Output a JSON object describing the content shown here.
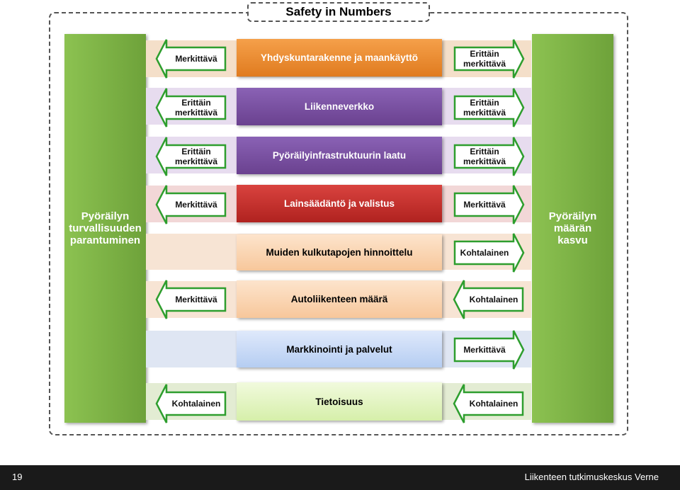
{
  "title": "Safety in Numbers",
  "left_bar": [
    "Pyöräilyn",
    "turvallisuuden",
    "parantuminen"
  ],
  "right_bar": [
    "Pyöräilyn",
    "määrän",
    "kasvu"
  ],
  "rows": [
    {
      "band": "#f4dfc9",
      "box": {
        "text": "Yhdyskuntarakenne ja maankäyttö",
        "bg": "linear-gradient(#f5a04a,#e07b1f)",
        "color": "#ffffff"
      },
      "left": {
        "text": "Merkittävä",
        "dir": "left"
      },
      "right": {
        "text": "Erittäin merkittävä",
        "dir": "right"
      }
    },
    {
      "band": "#e7dcef",
      "box": {
        "text": "Liikenneverkko",
        "bg": "linear-gradient(#8a62b5,#6a418f)",
        "color": "#ffffff"
      },
      "left": {
        "text": "Erittäin merkittävä",
        "dir": "left"
      },
      "right": {
        "text": "Erittäin merkittävä",
        "dir": "right"
      }
    },
    {
      "band": "#e7dcef",
      "box": {
        "text": "Pyöräilyinfrastruktuurin laatu",
        "bg": "linear-gradient(#8a62b5,#6a418f)",
        "color": "#ffffff"
      },
      "left": {
        "text": "Erittäin merkittävä",
        "dir": "left"
      },
      "right": {
        "text": "Erittäin merkittävä",
        "dir": "right"
      }
    },
    {
      "band": "#f2d7d7",
      "box": {
        "text": "Lainsäädäntö ja valistus",
        "bg": "linear-gradient(#d9433f,#b0221f)",
        "color": "#ffffff"
      },
      "left": {
        "text": "Merkittävä",
        "dir": "left"
      },
      "right": {
        "text": "Merkittävä",
        "dir": "right"
      }
    },
    {
      "band": "#f7e4d4",
      "box": {
        "text": "Muiden kulkutapojen hinnoittelu",
        "bg": "linear-gradient(#fde4cc,#f7c79b)",
        "color": "#000000"
      },
      "left": null,
      "right": {
        "text": "Kohtalainen",
        "dir": "right"
      }
    },
    {
      "band": "#f7e4d4",
      "box": {
        "text": "Autoliikenteen määrä",
        "bg": "linear-gradient(#fde4cc,#f7c79b)",
        "color": "#000000"
      },
      "left": {
        "text": "Merkittävä",
        "dir": "left"
      },
      "right": {
        "text": "Kohtalainen",
        "dir": "left"
      }
    },
    {
      "band": "#dfe6f3",
      "box": {
        "text": "Markkinointi ja palvelut",
        "bg": "linear-gradient(#dfe9fb,#b5cdf2)",
        "color": "#000000"
      },
      "left": null,
      "right": {
        "text": "Merkittävä",
        "dir": "right"
      }
    },
    {
      "band": "#e3ecd3",
      "box": {
        "text": "Tietoisuus",
        "bg": "linear-gradient(#f1fadd,#d6efaa)",
        "color": "#000000"
      },
      "left": {
        "text": "Kohtalainen",
        "dir": "left"
      },
      "right": {
        "text": "Kohtalainen",
        "dir": "left"
      }
    }
  ],
  "footer": {
    "page_number": "19",
    "organization": "Liikenteen tutkimuskeskus Verne"
  }
}
